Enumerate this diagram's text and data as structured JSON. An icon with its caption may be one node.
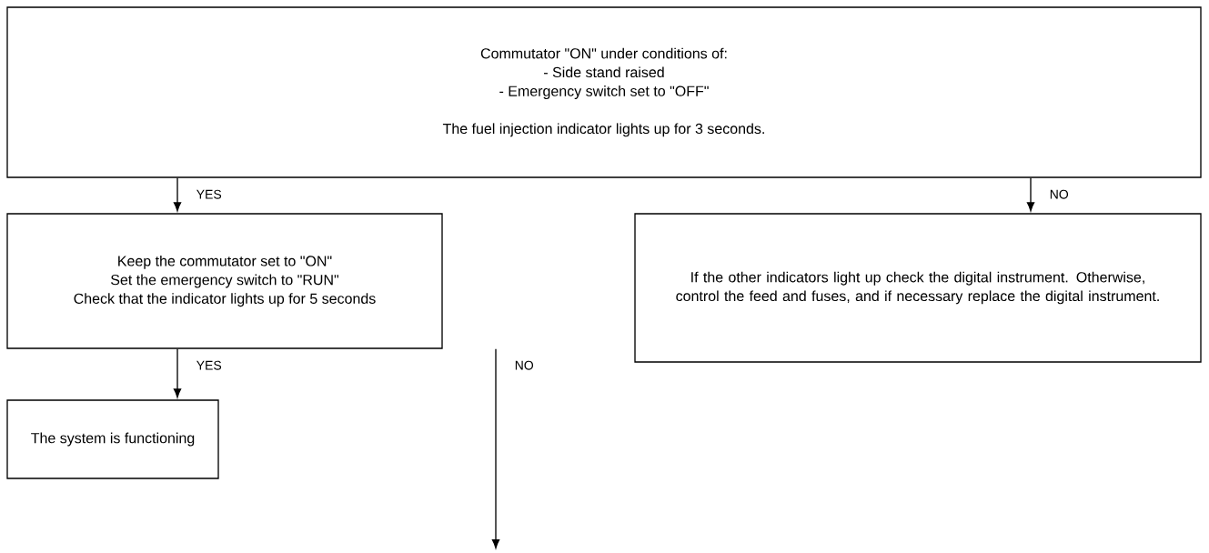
{
  "diagram": {
    "nodes": [
      {
        "text": [
          "Commutator \"ON\" under conditions of:",
          "- Side stand raised",
          "- Emergency switch set to \"OFF\"",
          "The fuel injection indicator lights up for 3 seconds."
        ]
      },
      {
        "text": [
          "Keep the commutator set to \"ON\"",
          "Set the emergency switch to \"RUN\"",
          "Check that the indicator lights up for 5 seconds"
        ]
      },
      {
        "text": [
          "If the other indicators light up check the digital instrument. Otherwise, control the feed and fuses, and if necessary replace the digital instrument."
        ]
      },
      {
        "text": [
          "The system is functioning"
        ]
      }
    ],
    "edges": [
      {
        "from": 0,
        "to": 1,
        "arrow": "to",
        "label": "YES"
      },
      {
        "from": 0,
        "to": 2,
        "arrow": "to",
        "label": "NO"
      },
      {
        "from": 1,
        "to": 3,
        "arrow": "to",
        "label": "YES"
      },
      {
        "from": 1,
        "to": null,
        "arrow": "to",
        "label": "NO"
      }
    ]
  }
}
